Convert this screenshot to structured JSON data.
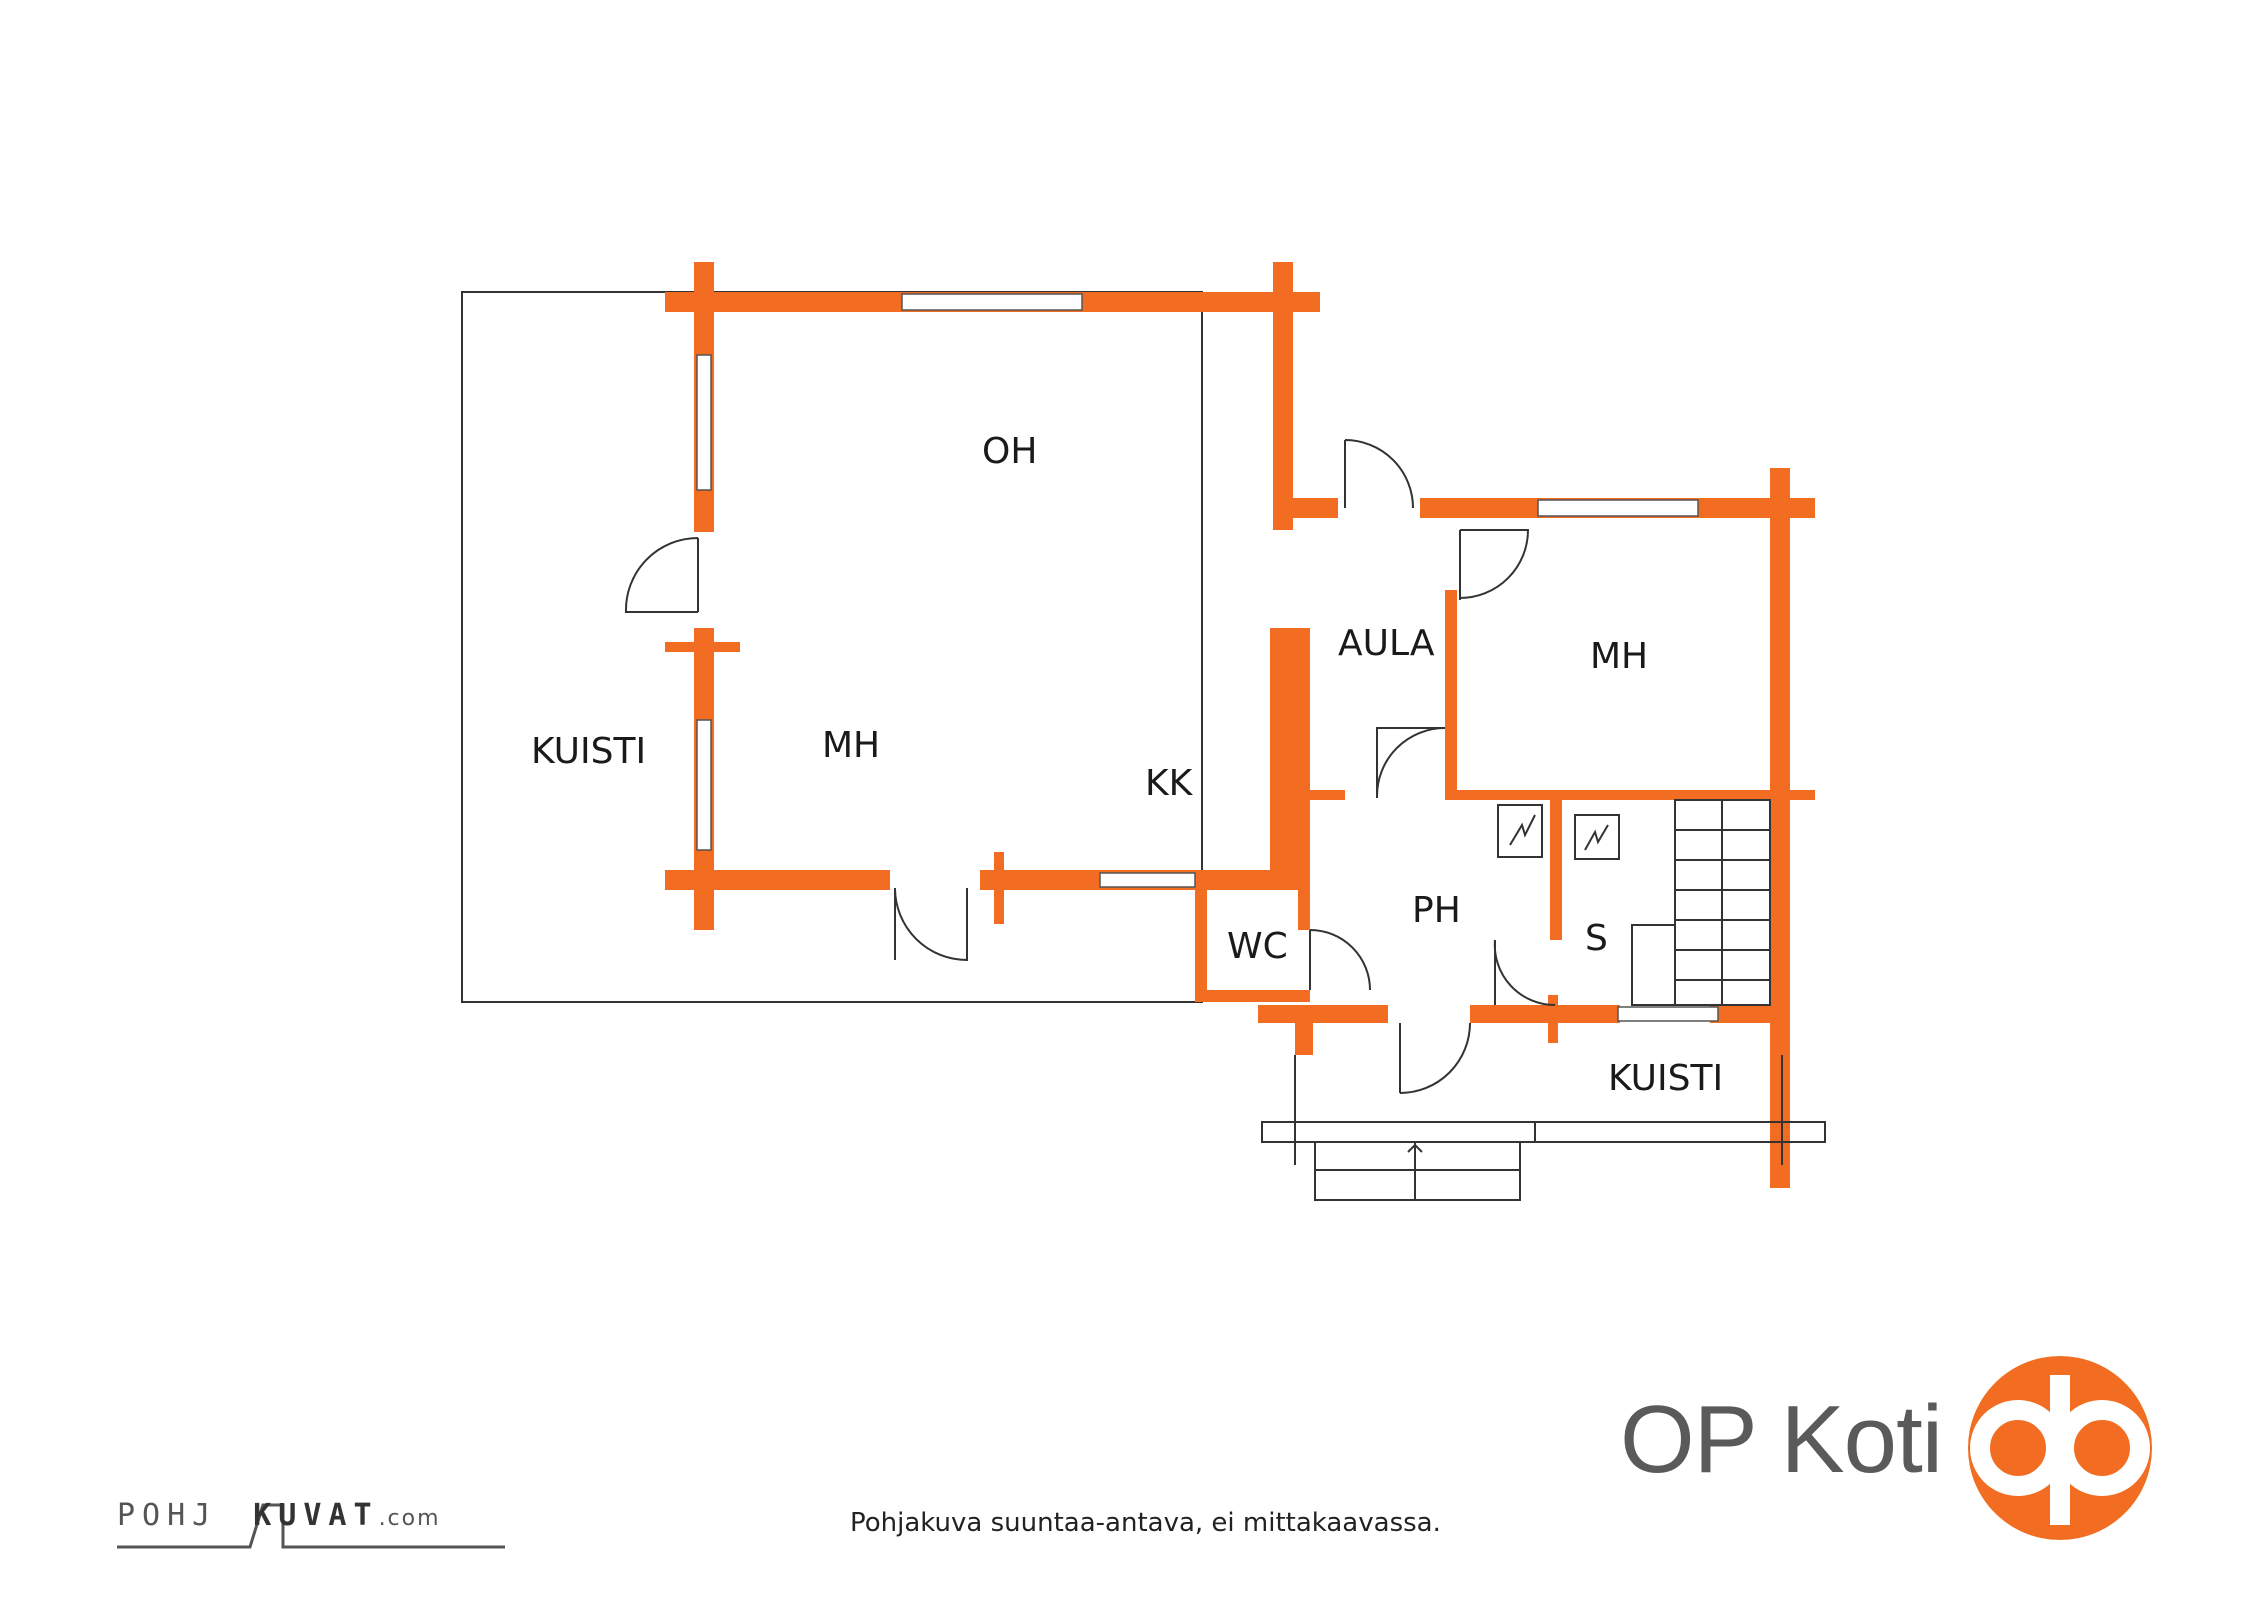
{
  "rooms": {
    "oh": "OH",
    "mh_left": "MH",
    "kuisti_left": "KUISTI",
    "kk": "KK",
    "aula": "AULA",
    "mh_right": "MH",
    "wc": "WC",
    "ph": "PH",
    "s": "S",
    "kuisti_bottom": "KUISTI"
  },
  "footer": {
    "disclaimer": "Pohjakuva suuntaa-antava, ei mittakaavassa.",
    "brand": "OP Koti",
    "source_logo": {
      "part1": "POHJ",
      "part2": "KUVAT",
      "suffix": ".com"
    }
  },
  "colors": {
    "wall": "#f26d21",
    "logo": "#f26d21",
    "brand_text": "#5a5a5a"
  }
}
